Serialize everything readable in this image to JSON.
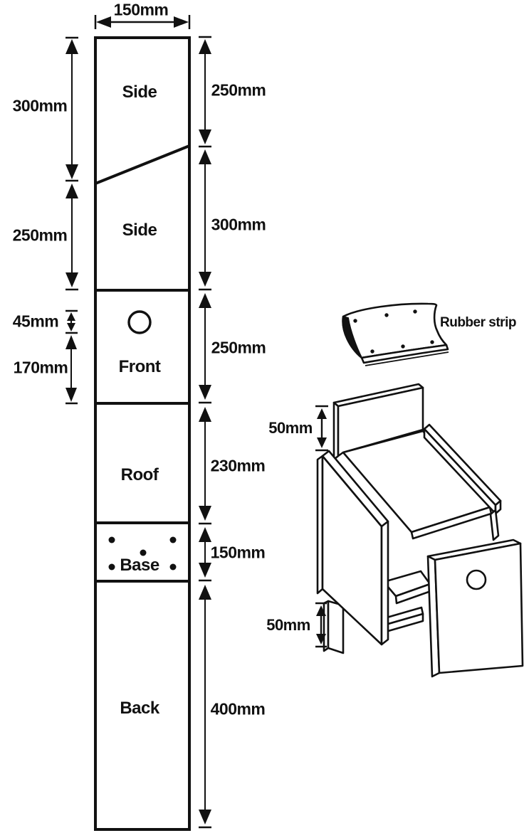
{
  "cutting_plan": {
    "board_width": "150mm",
    "left_dimensions": [
      "300mm",
      "250mm",
      "45mm",
      "170mm"
    ],
    "right_dimensions": [
      "250mm",
      "300mm",
      "250mm",
      "230mm",
      "150mm",
      "400mm"
    ],
    "pieces": [
      "Side",
      "Side",
      "Front",
      "Roof",
      "Base",
      "Back"
    ]
  },
  "assembly": {
    "rubber_strip_label": "Rubber strip",
    "back_panel_top_gap": "50mm",
    "back_panel_bottom_gap": "50mm"
  },
  "colors": {
    "ink": "#111111",
    "paper": "#ffffff"
  }
}
